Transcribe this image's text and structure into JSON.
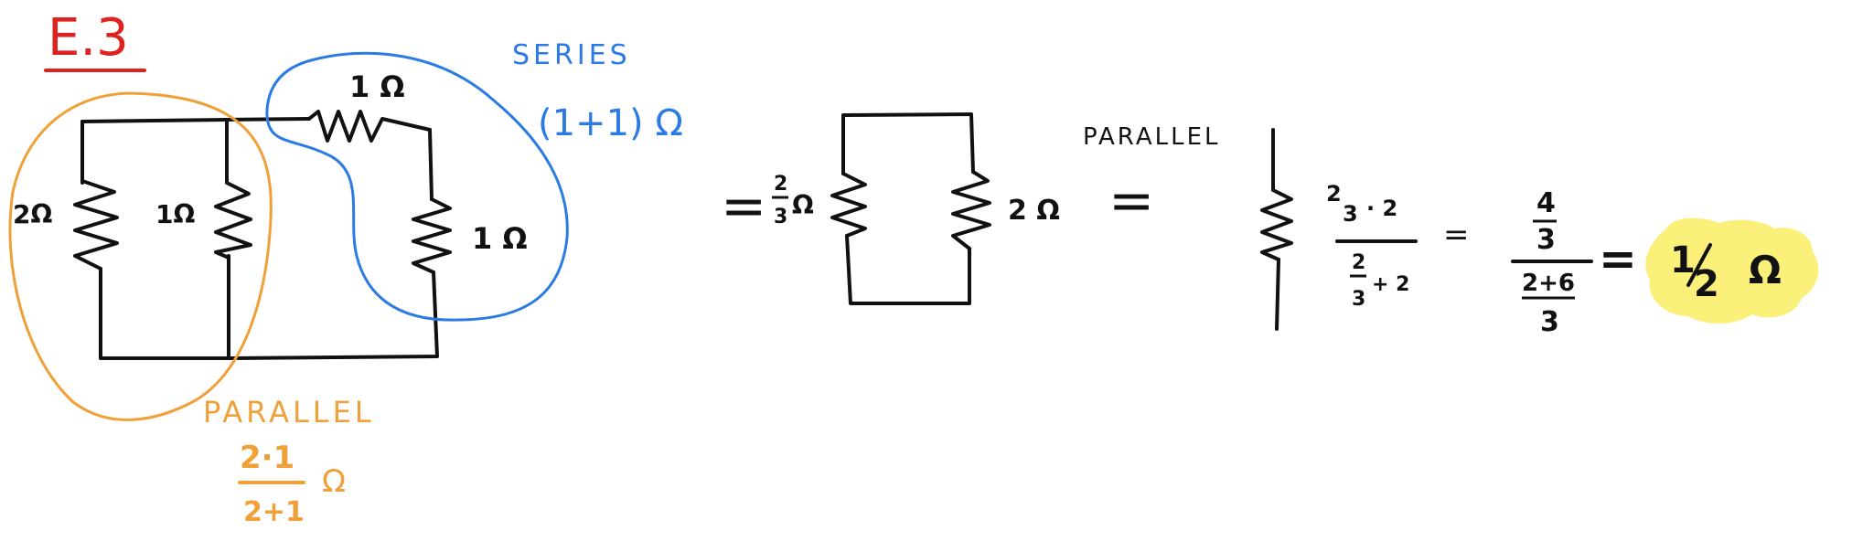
{
  "title": "E.3",
  "colors": {
    "title": "#dd2222",
    "ink": "#111111",
    "series": "#2a7be4",
    "parallel": "#f0a038",
    "highlight": "#fbf07a"
  },
  "circuit": {
    "r_left": "2Ω",
    "r_middle": "1Ω",
    "r_top": "1 Ω",
    "r_right": "1 Ω"
  },
  "series_note": {
    "label": "SERIES",
    "expr": "(1+1) Ω"
  },
  "parallel_note": {
    "label": "PARALLEL",
    "numerator": "2·1",
    "denominator": "2+1",
    "unit": "Ω"
  },
  "step2": {
    "equals": "=",
    "r_left_num": "2",
    "r_left_den": "3",
    "r_left_unit": "Ω",
    "r_right": "2 Ω"
  },
  "step3": {
    "equals": "=",
    "label": "PARALLEL",
    "top_num": "2",
    "top_den": "3",
    "top_rest": "· 2",
    "bot_num": "2",
    "bot_den": "3",
    "bot_rest": "+ 2",
    "equals2": "="
  },
  "step4": {
    "top_num": "4",
    "top_den": "3",
    "bot_num": "2+6",
    "bot_den": "3",
    "equals": "=",
    "result_num": "1",
    "result_den": "2",
    "result_unit": "Ω"
  }
}
